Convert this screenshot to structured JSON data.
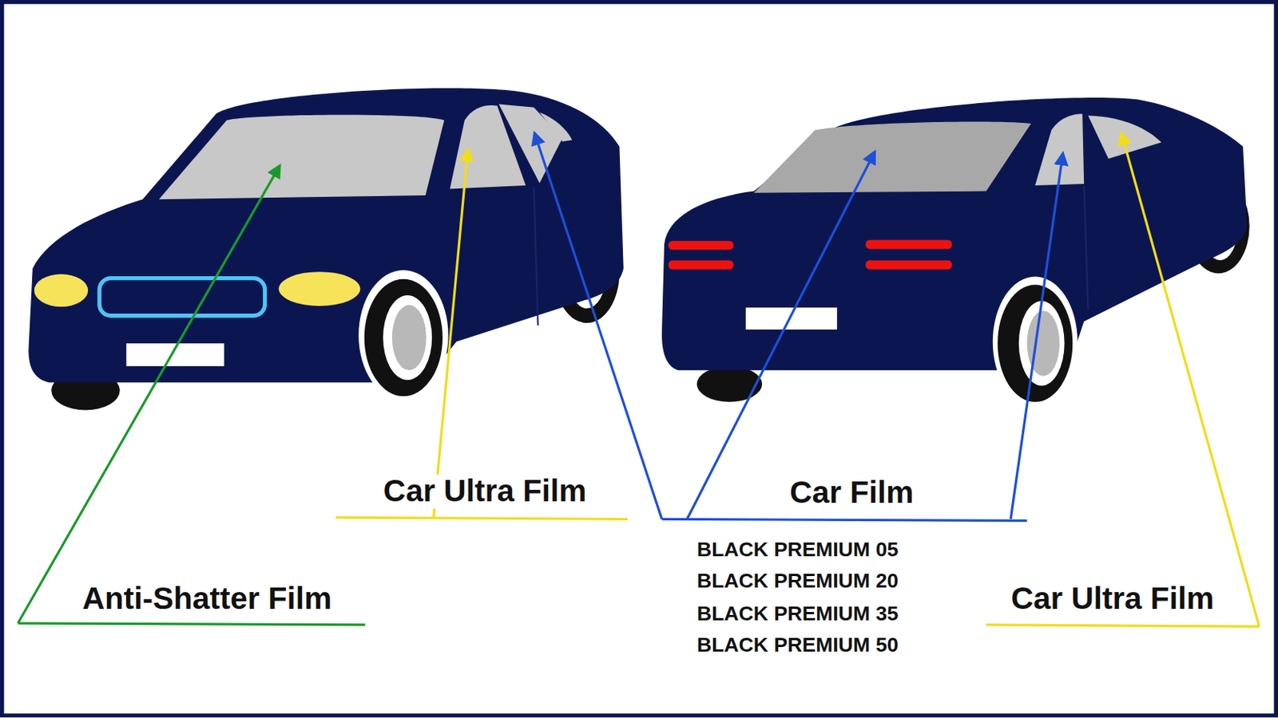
{
  "diagram": {
    "labels": [
      "Car Ultra Film",
      "Car Film",
      "BLACK PREMIUM 05",
      "BLACK PREMIUM 20",
      "BLACK PREMIUM 35",
      "BLACK PREMIUM 50",
      "Anti-Shatter Film",
      "Car Ultra Film"
    ]
  }
}
